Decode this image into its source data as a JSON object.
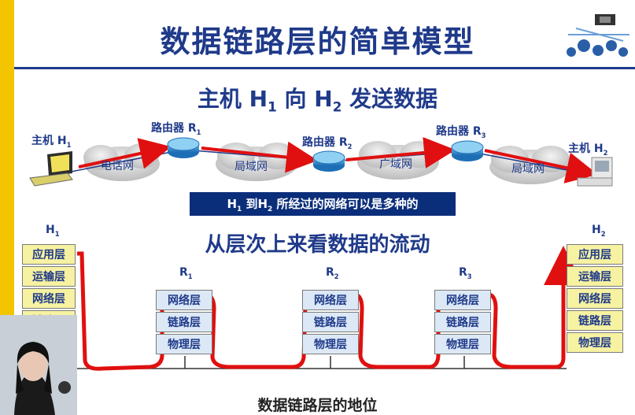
{
  "slide": {
    "title": "数据链路层的简单模型",
    "subtitle_prefix": "主机 H",
    "subtitle_sub1": "1",
    "subtitle_mid": " 向 H",
    "subtitle_sub2": "2",
    "subtitle_suffix": " 发送数据",
    "host1_label": "主机 H",
    "host1_sub": "1",
    "host2_label": "主机 H",
    "host2_sub": "2",
    "router1_label": "路由器 R",
    "router1_sub": "1",
    "router2_label": "路由器 R",
    "router2_sub": "2",
    "router3_label": "路由器 R",
    "router3_sub": "3",
    "clouds": [
      "电话网",
      "局域网",
      "广域网",
      "局域网"
    ],
    "banner_a": "H",
    "banner_sub1": "1",
    "banner_b": " 到H",
    "banner_sub2": "2",
    "banner_c": " 所经过的网络可以是多种的",
    "heading2": "从层次上来看数据的流动",
    "stack_h1_label": "H",
    "stack_h1_sub": "1",
    "stack_h2_label": "H",
    "stack_h2_sub": "2",
    "stack_r1_label": "R",
    "stack_r1_sub": "1",
    "stack_r2_label": "R",
    "stack_r2_sub": "2",
    "stack_r3_label": "R",
    "stack_r3_sub": "3",
    "host_layers": [
      "应用层",
      "运输层",
      "网络层",
      "链路层",
      "物理层"
    ],
    "router_layers": [
      "网络层",
      "链路层",
      "物理层"
    ],
    "footer": "数据链路层的地位"
  },
  "colors": {
    "accent_yellow": "#f2c500",
    "title_blue": "#1f3a8a",
    "flow_red": "#e01010",
    "banner_navy": "#0b2e7a"
  }
}
